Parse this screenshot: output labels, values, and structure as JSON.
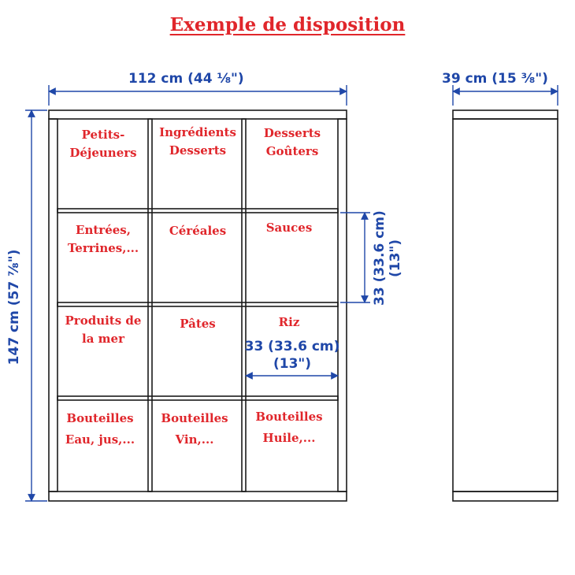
{
  "title": "Exemple de disposition",
  "colors": {
    "title": "#e0262b",
    "label": "#e0262b",
    "dimension": "#1f47a8",
    "line": "#1a1a1a"
  },
  "dimensions": {
    "width": "112 cm (44 ⅛\")",
    "depth": "39 cm (15 ⅜\")",
    "height": "147 cm (57 ⅞\")",
    "cell_height_line1": "33 (33.6 cm)",
    "cell_height_line2": "(13\")",
    "cell_width_line1": "33 (33.6 cm)",
    "cell_width_line2": "(13\")"
  },
  "cells": [
    {
      "lines": [
        "Petits-",
        "Déjeuners"
      ]
    },
    {
      "lines": [
        "Ingrédients",
        "Desserts"
      ]
    },
    {
      "lines": [
        "Desserts",
        "Goûters"
      ]
    },
    {
      "lines": [
        "Entrées,",
        "Terrines,..."
      ]
    },
    {
      "lines": [
        "Céréales"
      ]
    },
    {
      "lines": [
        "Sauces"
      ]
    },
    {
      "lines": [
        "Produits de",
        "la mer"
      ]
    },
    {
      "lines": [
        "Pâtes"
      ]
    },
    {
      "lines": [
        "Riz"
      ]
    },
    {
      "lines": [
        "Bouteilles",
        "Eau, jus,..."
      ]
    },
    {
      "lines": [
        "Bouteilles",
        "Vin,..."
      ]
    },
    {
      "lines": [
        "Bouteilles",
        "Huile,..."
      ]
    }
  ]
}
